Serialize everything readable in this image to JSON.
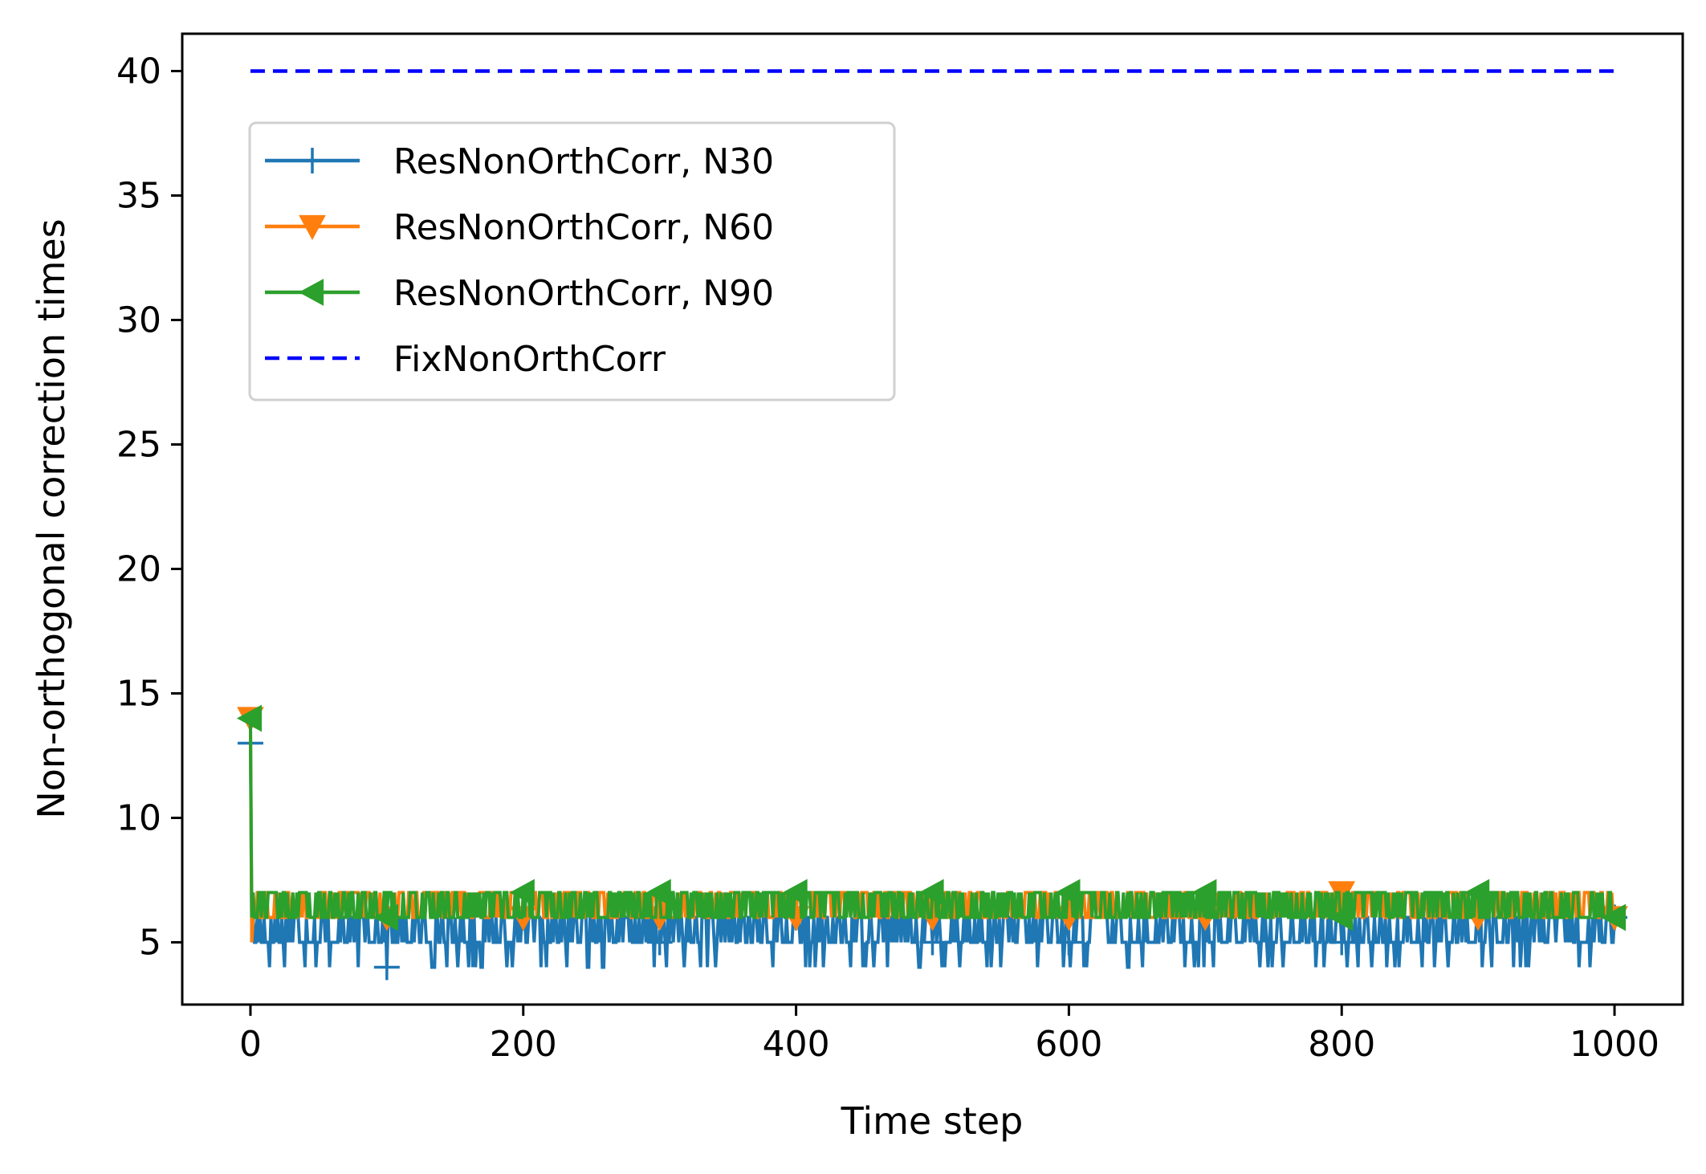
{
  "chart_data": {
    "type": "line",
    "title": "",
    "xlabel": "Time step",
    "ylabel": "Non-orthogonal correction times",
    "xlim": [
      -50,
      1050
    ],
    "ylim": [
      2.5,
      41.5
    ],
    "xticks": [
      "0",
      "200",
      "400",
      "600",
      "800",
      "1000"
    ],
    "xtick_values": [
      0,
      200,
      400,
      600,
      800,
      1000
    ],
    "yticks": [
      "5",
      "10",
      "15",
      "20",
      "25",
      "30",
      "35",
      "40"
    ],
    "ytick_values": [
      5,
      10,
      15,
      20,
      25,
      30,
      35,
      40
    ],
    "grid": false,
    "legend_position": "upper-left",
    "series": [
      {
        "name": "ResNonOrthCorr, N30",
        "color": "#1f77b4",
        "marker": "plus",
        "marker_every": 100,
        "initial": [
          [
            0,
            13
          ]
        ],
        "steady_values": [
          4,
          5,
          6
        ],
        "note_range": "x 1 to 1000, oscillating between 4 and 6"
      },
      {
        "name": "ResNonOrthCorr, N60",
        "color": "#ff7f0e",
        "marker": "triangle-down",
        "marker_every": 100,
        "initial": [
          [
            0,
            14
          ],
          [
            1,
            5
          ]
        ],
        "steady_values": [
          6,
          7
        ],
        "note_range": "x 2 to 1000, oscillating between 6 and 7"
      },
      {
        "name": "ResNonOrthCorr, N90",
        "color": "#2ca02c",
        "marker": "triangle-left",
        "marker_every": 100,
        "initial": [
          [
            0,
            14
          ]
        ],
        "steady_values": [
          6,
          7
        ],
        "note_range": "x 1 to 1000, oscillating between 6 and 7"
      },
      {
        "name": "FixNonOrthCorr",
        "color": "#0000ff",
        "marker": "none",
        "dashed": true,
        "x": [
          0,
          1000
        ],
        "y": [
          40,
          40
        ]
      }
    ]
  }
}
